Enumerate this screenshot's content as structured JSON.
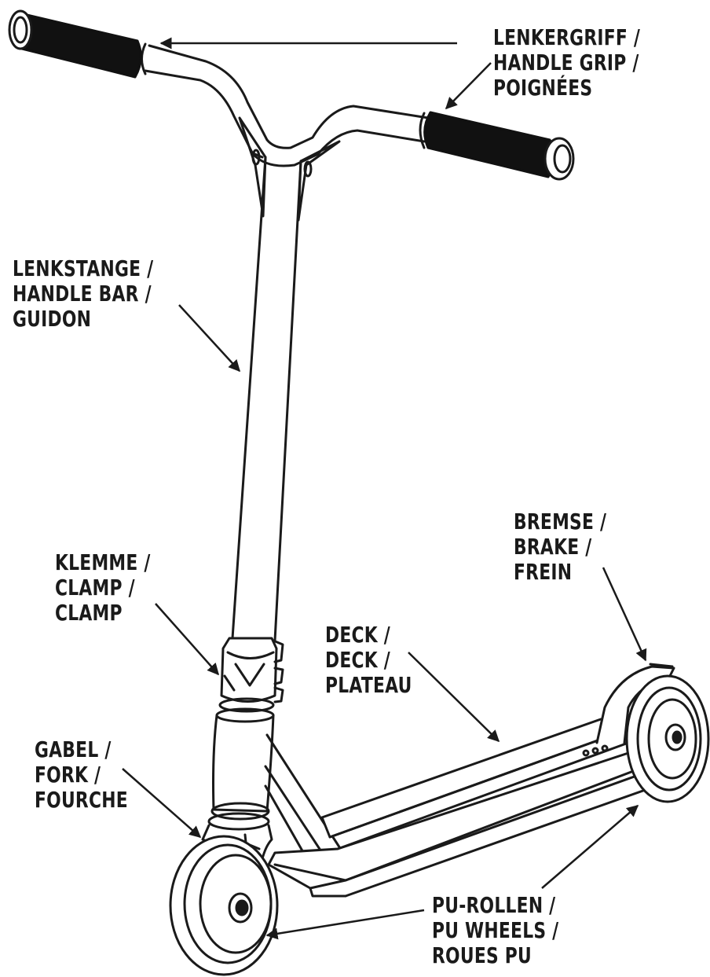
{
  "labels": {
    "grip": {
      "line1": "LENKERGRIFF /",
      "line2": "HANDLE GRIP /",
      "line3": "POIGNÉES"
    },
    "bar": {
      "line1": "LENKSTANGE /",
      "line2": "HANDLE BAR /",
      "line3": "GUIDON"
    },
    "brake": {
      "line1": "BREMSE /",
      "line2": "BRAKE /",
      "line3": "FREIN"
    },
    "clamp": {
      "line1": "KLEMME /",
      "line2": "CLAMP /",
      "line3": "CLAMP"
    },
    "deck": {
      "line1": "DECK /",
      "line2": "DECK /",
      "line3": "PLATEAU"
    },
    "fork": {
      "line1": "GABEL /",
      "line2": "FORK /",
      "line3": "FOURCHE"
    },
    "wheels": {
      "line1": "PU-ROLLEN /",
      "line2": "PU WHEELS /",
      "line3": "ROUES PU"
    }
  },
  "colors": {
    "ink": "#1a1a1a",
    "grip": "#111111",
    "paper": "#ffffff"
  }
}
